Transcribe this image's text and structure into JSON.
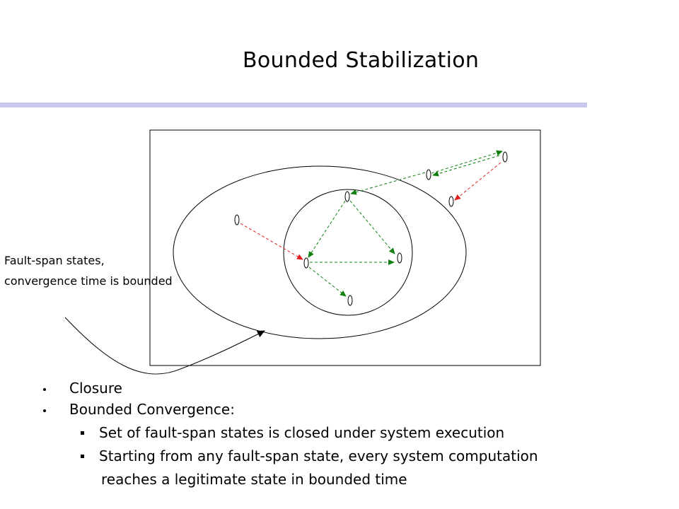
{
  "title": "Bounded Stabilization",
  "colors": {
    "title_bar": "#c8c8ee",
    "red_arrow": "#e02020",
    "green_arrow": "#108010",
    "line": "#000000"
  },
  "diagram": {
    "caption": [
      "Fault-span states,",
      "convergence time is bounded"
    ]
  },
  "bullets": {
    "level1": [
      "Closure",
      "Bounded Convergence:"
    ],
    "level2": [
      "Set of fault-span states is closed under system execution",
      "Starting from any fault-span state, every system computation"
    ],
    "continuation": "reaches a legitimate state in bounded time"
  }
}
